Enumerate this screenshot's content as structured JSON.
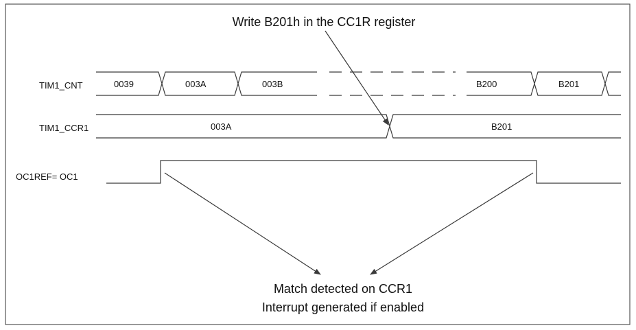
{
  "signals": {
    "cnt": "TIM1_CNT",
    "ccr": "TIM1_CCR1",
    "oc": "OC1REF= OC1"
  },
  "cnt_values": [
    "0039",
    "003A",
    "003B",
    "B200",
    "B201"
  ],
  "ccr_values": [
    "003A",
    "B201"
  ],
  "annotations": {
    "top": "Write B201h in the CC1R register",
    "bottom_line1": "Match detected on CCR1",
    "bottom_line2": "Interrupt generated if enabled"
  }
}
